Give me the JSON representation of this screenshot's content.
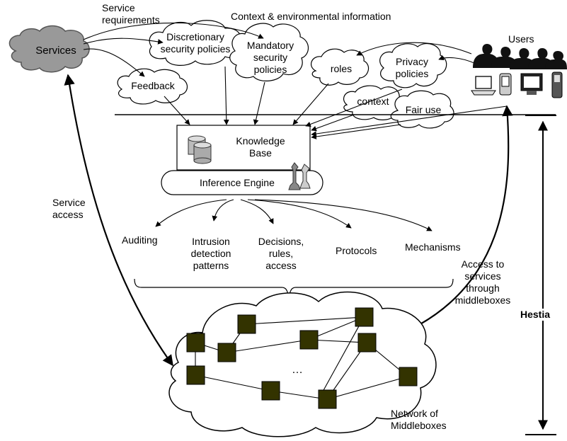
{
  "labels": {
    "services": "Services",
    "service_requirements_line1": "Service",
    "service_requirements_line2": "requirements",
    "context_env": "Context & environmental information",
    "users": "Users",
    "discretionary_line1": "Discretionary",
    "discretionary_line2": "security policies",
    "mandatory_line1": "Mandatory",
    "mandatory_line2": "security",
    "mandatory_line3": "policies",
    "roles": "roles",
    "privacy_line1": "Privacy",
    "privacy_line2": "policies",
    "feedback": "Feedback",
    "context": "context",
    "fair_use": "Fair use",
    "kb_line1": "Knowledge",
    "kb_line2": "Base",
    "inference_engine": "Inference Engine",
    "service_access_line1": "Service",
    "service_access_line2": "access",
    "auditing": "Auditing",
    "intrusion_line1": "Intrusion",
    "intrusion_line2": "detection",
    "intrusion_line3": "patterns",
    "decisions_line1": "Decisions,",
    "decisions_line2": "rules,",
    "decisions_line3": "access",
    "protocols": "Protocols",
    "mechanisms": "Mechanisms",
    "access_line1": "Access to",
    "access_line2": "services",
    "access_line3": "through",
    "access_line4": "middleboxes",
    "hestia": "Hestia",
    "ellipsis": "…",
    "network_line1": "Network of",
    "network_line2": "Middleboxes"
  },
  "colors": {
    "services_cloud": "#999999",
    "middlebox_fill": "#333300",
    "line": "#000000"
  },
  "icons": [
    "database-icon",
    "chess-pieces-icon",
    "users-silhouette-icon",
    "laptop-icon",
    "pda-icon",
    "monitor-icon",
    "phone-icon"
  ]
}
